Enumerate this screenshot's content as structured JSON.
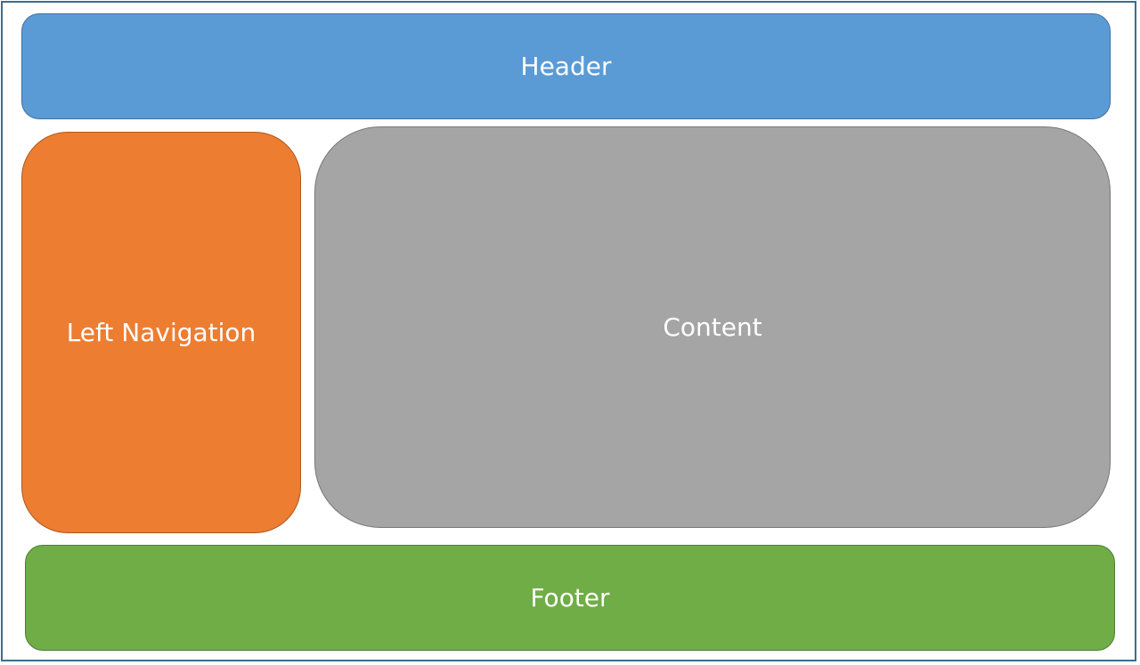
{
  "diagram": {
    "regions": {
      "header": {
        "label": "Header",
        "fill": "#5b9bd5"
      },
      "left_nav": {
        "label": "Left Navigation",
        "fill": "#ed7d31"
      },
      "content": {
        "label": "Content",
        "fill": "#a5a5a5"
      },
      "footer": {
        "label": "Footer",
        "fill": "#70ad47"
      }
    },
    "frame_color": "#3d6e8c"
  }
}
